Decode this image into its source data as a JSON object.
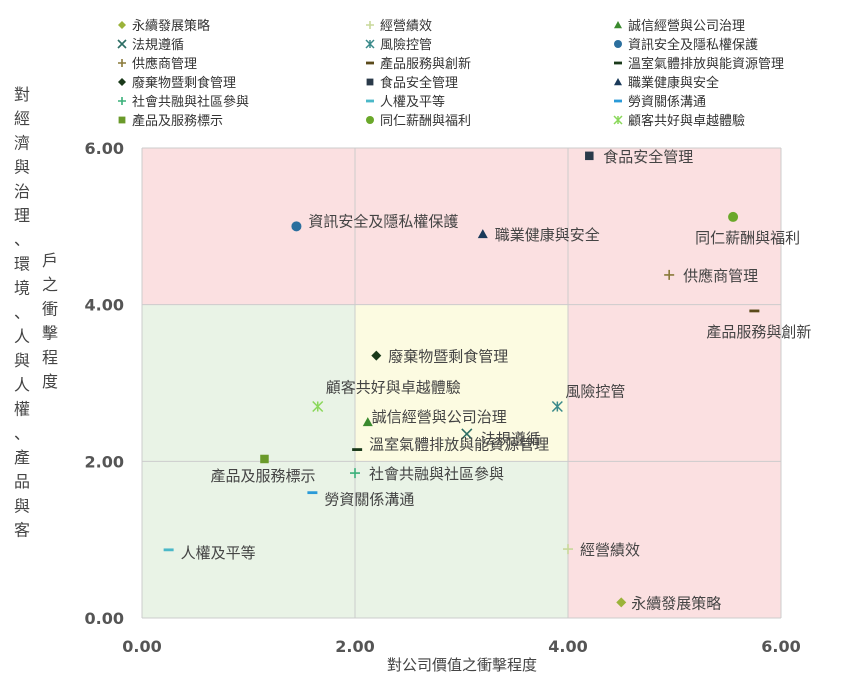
{
  "chart_data": {
    "type": "scatter",
    "xlabel": "對公司價值之衝擊程度",
    "ylabel_outer": "對經濟與治理、環境、人與人權、產品與客",
    "ylabel_inner": "戶之衝擊程度",
    "xlim": [
      0,
      6
    ],
    "ylim": [
      0,
      6
    ],
    "xticks": [
      "0.00",
      "2.00",
      "4.00",
      "6.00"
    ],
    "yticks": [
      "0.00",
      "2.00",
      "4.00",
      "6.00"
    ],
    "grid": true,
    "legend_position": "top",
    "zones": [
      {
        "name": "low",
        "color": "#e9f3e6"
      },
      {
        "name": "medium",
        "color": "#fcfbe1"
      },
      {
        "name": "high",
        "color": "#fbe0e1"
      }
    ],
    "points": [
      {
        "name": "永續發展策略",
        "x": 4.5,
        "y": 0.2,
        "marker": "diamond",
        "color": "#9bb33a"
      },
      {
        "name": "經營績效",
        "x": 4.0,
        "y": 0.88,
        "marker": "plus",
        "color": "#c8d89a"
      },
      {
        "name": "誠信經營與公司治理",
        "x": 2.12,
        "y": 2.5,
        "marker": "triangle",
        "color": "#3a8a2e"
      },
      {
        "name": "法規遵循",
        "x": 3.05,
        "y": 2.35,
        "marker": "x",
        "color": "#2d6e64"
      },
      {
        "name": "風險控管",
        "x": 3.9,
        "y": 2.7,
        "marker": "star",
        "color": "#3a8a8a"
      },
      {
        "name": "資訊安全及隱私權保護",
        "x": 1.45,
        "y": 5.0,
        "marker": "circle",
        "color": "#2b6f9e"
      },
      {
        "name": "供應商管理",
        "x": 4.95,
        "y": 4.38,
        "marker": "plus",
        "color": "#8a7a3a"
      },
      {
        "name": "產品服務與創新",
        "x": 5.75,
        "y": 3.92,
        "marker": "dash",
        "color": "#5a4a1a"
      },
      {
        "name": "溫室氣體排放與能資源管理",
        "x": 2.02,
        "y": 2.15,
        "marker": "dash",
        "color": "#1a3a1a"
      },
      {
        "name": "廢棄物暨剩食管理",
        "x": 2.2,
        "y": 3.35,
        "marker": "diamond",
        "color": "#1a3a1a"
      },
      {
        "name": "食品安全管理",
        "x": 4.2,
        "y": 5.9,
        "marker": "square",
        "color": "#2a3a4a"
      },
      {
        "name": "職業健康與安全",
        "x": 3.2,
        "y": 4.9,
        "marker": "triangle",
        "color": "#1a3a5a"
      },
      {
        "name": "社會共融與社區參與",
        "x": 2.0,
        "y": 1.85,
        "marker": "plus",
        "color": "#3ab07a"
      },
      {
        "name": "人權及平等",
        "x": 0.25,
        "y": 0.87,
        "marker": "dash",
        "color": "#4ab8c8"
      },
      {
        "name": "勞資關係溝通",
        "x": 1.6,
        "y": 1.6,
        "marker": "dash",
        "color": "#2a9ad8"
      },
      {
        "name": "產品及服務標示",
        "x": 1.15,
        "y": 2.03,
        "marker": "square",
        "color": "#6a9a2a"
      },
      {
        "name": "同仁薪酬與福利",
        "x": 5.55,
        "y": 5.12,
        "marker": "circle",
        "color": "#6aa82a"
      },
      {
        "name": "顧客共好與卓越體驗",
        "x": 1.65,
        "y": 2.7,
        "marker": "star",
        "color": "#8ad85a"
      }
    ]
  }
}
